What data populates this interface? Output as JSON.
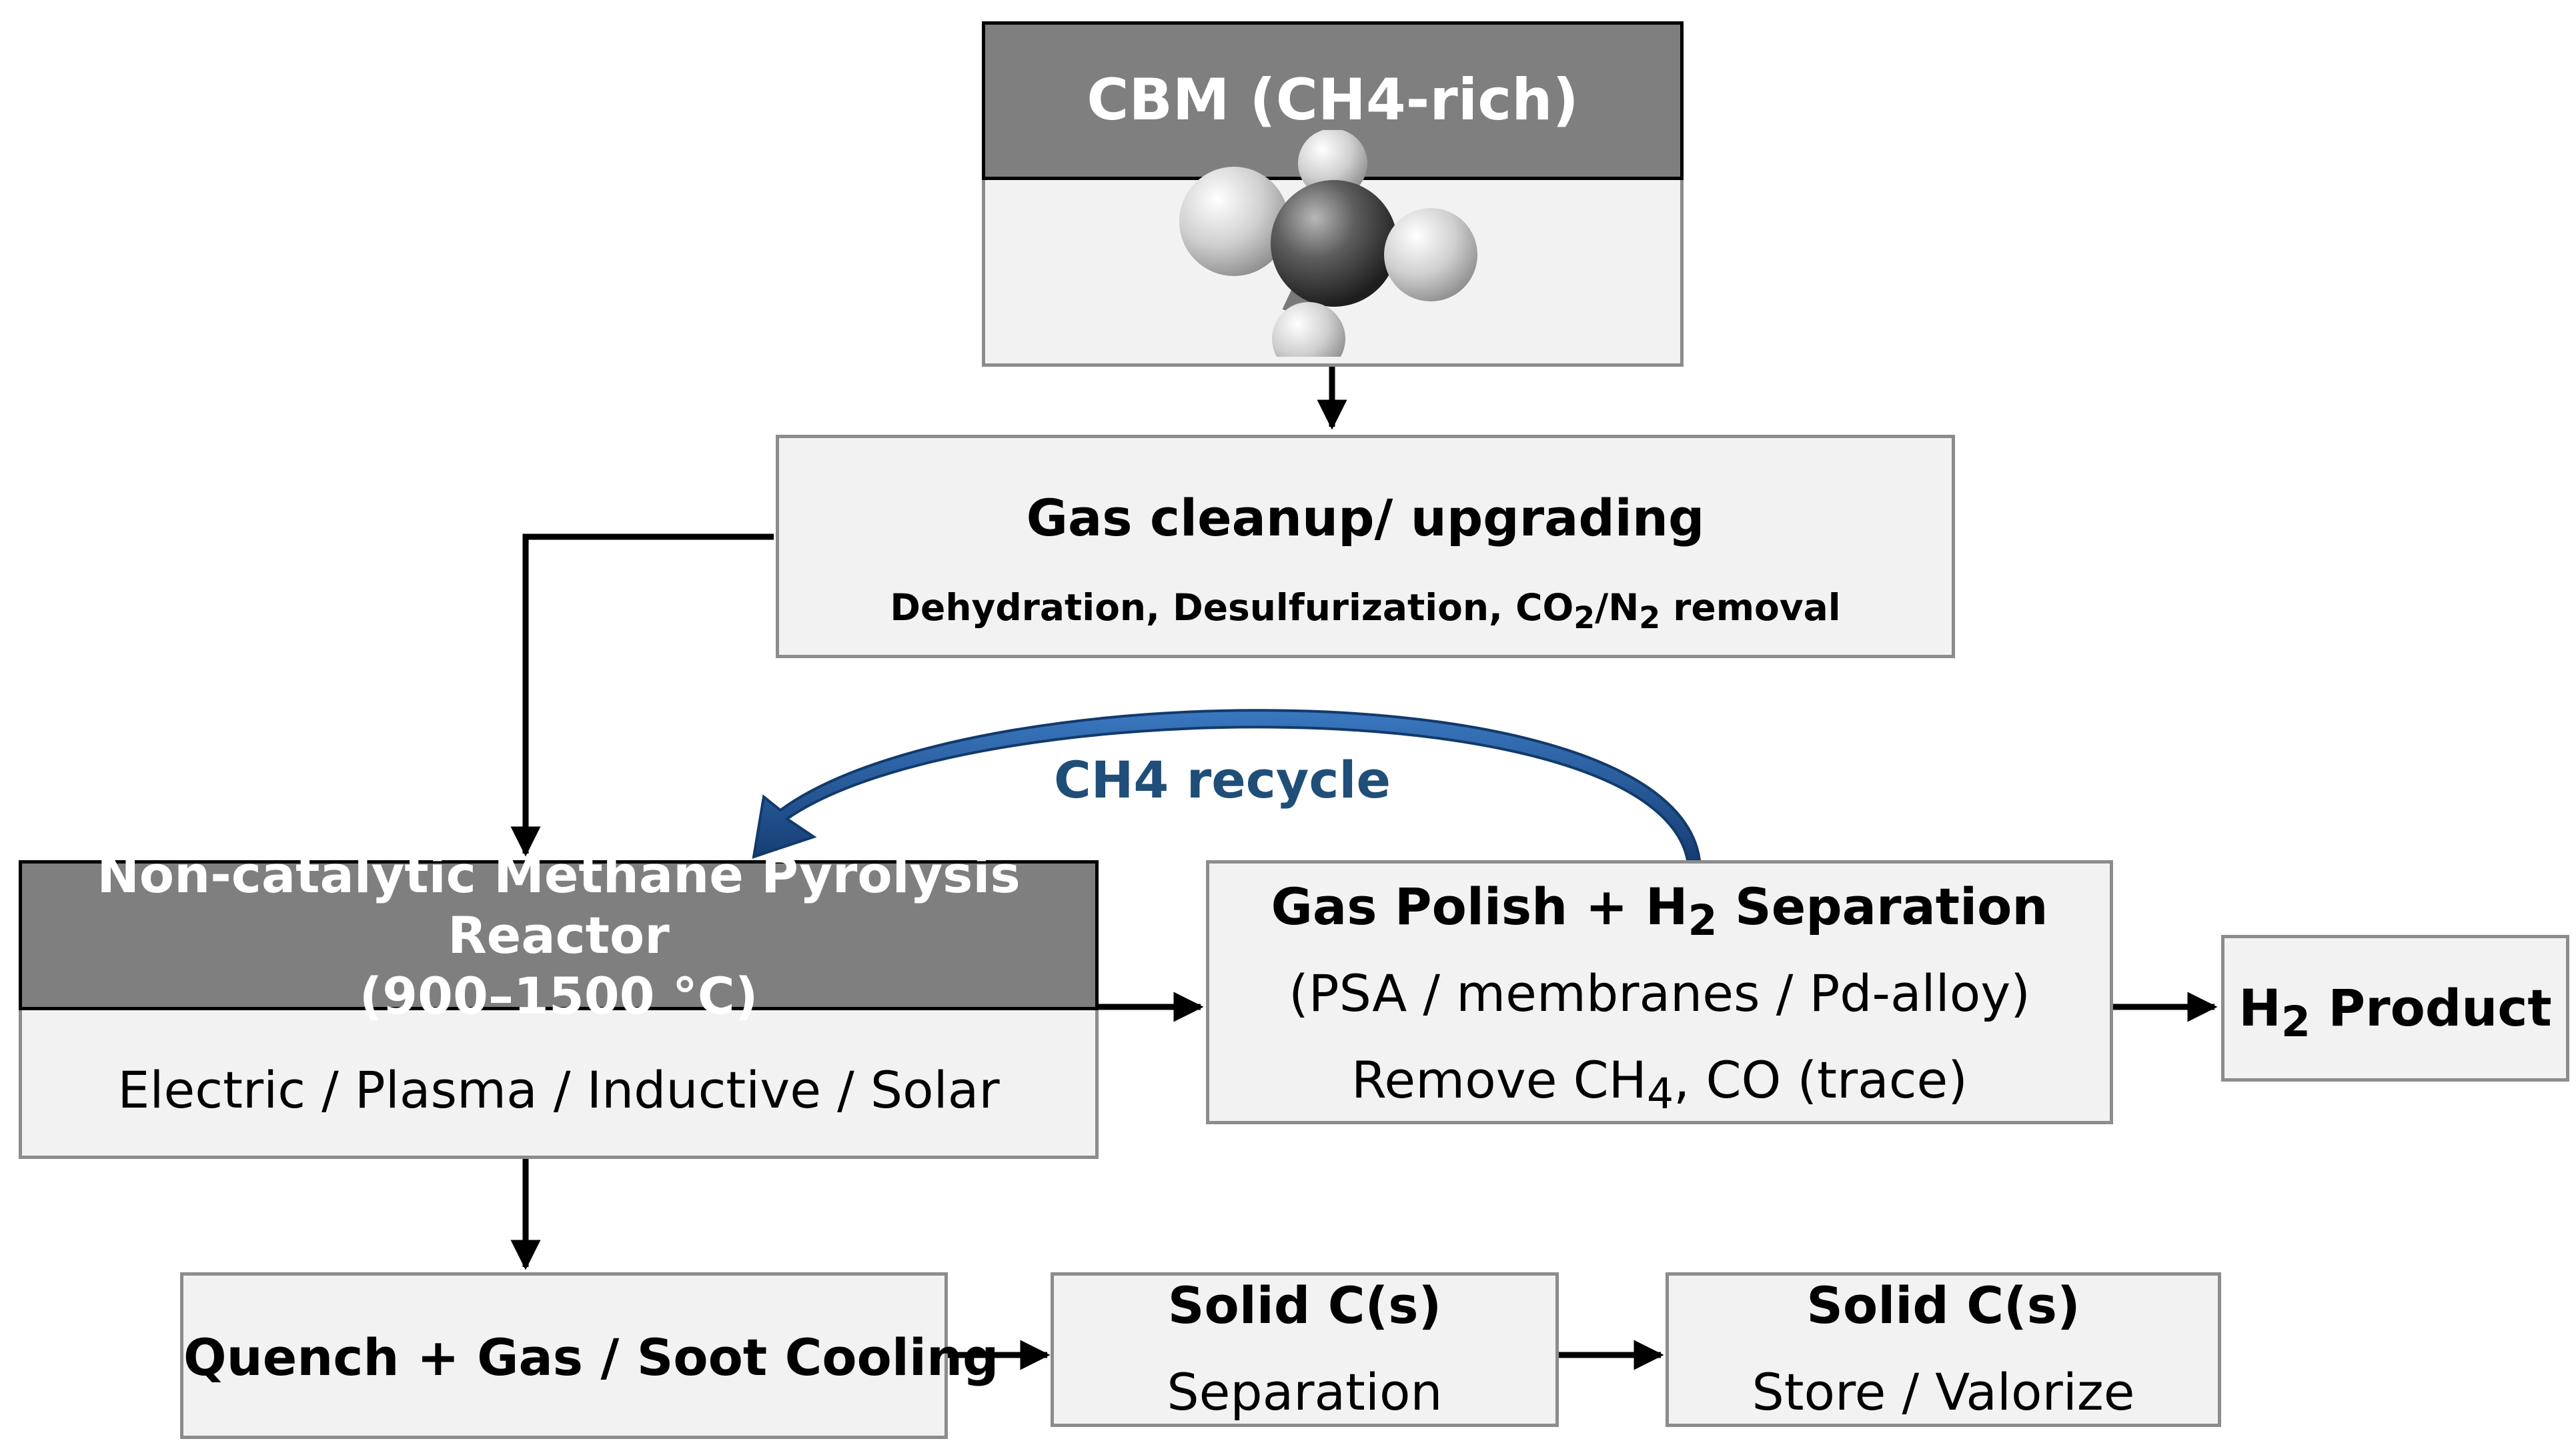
{
  "colors": {
    "box_fill": "#f2f2f2",
    "box_border": "#8c8c8c",
    "header_fill": "#7f7f7f",
    "recycle_blue": "#1f4e79",
    "arrow": "#000000"
  },
  "nodes": {
    "cbm": {
      "title": "CBM (CH4-rich)",
      "icon": "methane-molecule-icon"
    },
    "cleanup": {
      "title": "Gas cleanup/ upgrading",
      "subtitle_pre": "Dehydration, Desulfurization, CO",
      "subtitle_sub1": "2",
      "subtitle_mid": "/N",
      "subtitle_sub2": "2",
      "subtitle_post": " removal"
    },
    "reactor": {
      "title_line1": "Non-catalytic Methane Pyrolysis Reactor",
      "title_line2": "(900–1500 °C)",
      "methods": "Electric / Plasma / Inductive / Solar"
    },
    "polish": {
      "title_pre": "Gas Polish + H",
      "title_sub": "2",
      "title_post": " Separation",
      "line2": "(PSA / membranes / Pd-alloy)",
      "line3_pre": "Remove CH",
      "line3_sub": "4",
      "line3_post": ", CO (trace)"
    },
    "h2": {
      "label_pre": "H",
      "label_sub": "2",
      "label_post": " Product"
    },
    "quench": {
      "label": "Quench + Gas / Soot Cooling"
    },
    "separation": {
      "title": "Solid C(s)",
      "subtitle": "Separation"
    },
    "store": {
      "title": "Solid C(s)",
      "subtitle": "Store / Valorize"
    }
  },
  "recycle": {
    "label": "CH4 recycle"
  }
}
